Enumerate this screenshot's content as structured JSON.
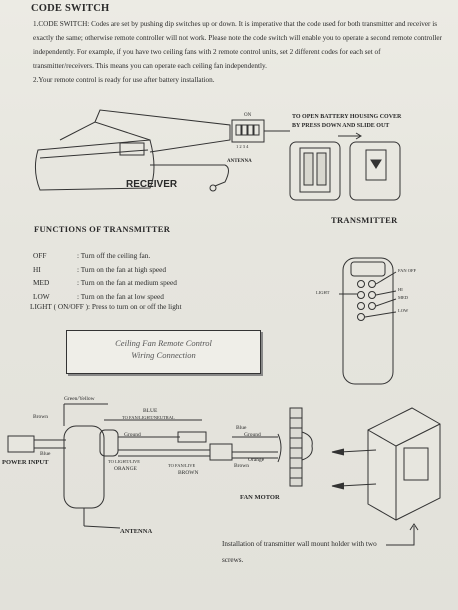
{
  "title": "CODE SWITCH",
  "para1": "1.CODE SWITCH: Codes are set by pushing dip switches up or down. It is imperative that the code used for both transmitter and receiver is exactly the same; otherwise remote controller will not work. Please note the code switch will enable you to operate a second remote controller independently. For example, if you have two ceiling fans with 2 remote control units, set 2 different codes for each set of transmitter/receivers. This means you can operate each ceiling fan independently.",
  "para2": "2.Your remote control is ready for use after battery installation.",
  "receiver_diagram": {
    "on_label": "ON",
    "dip_numbers": "1 2 3 4",
    "antenna_label": "ANTENNA",
    "receiver_label": "RECEIVER",
    "battery_note_1": "TO OPEN BATTERY HOUSING COVER",
    "battery_note_2": "BY PRESS DOWN AND SLIDE OUT"
  },
  "functions": {
    "title": "FUNCTIONS OF TRANSMITTER",
    "items": [
      {
        "key": "OFF",
        "desc": ": Turn off the ceiling fan."
      },
      {
        "key": "HI",
        "desc": ": Turn on the fan at high speed"
      },
      {
        "key": "MED",
        "desc": ": Turn on the fan at medium speed"
      },
      {
        "key": "LOW",
        "desc": ": Turn on the fan at low speed"
      }
    ],
    "light": "LIGHT ( ON/OFF ): Press to turn on or off the light"
  },
  "transmitter": {
    "title": "TRANSMITTER",
    "fan_off": "FAN OFF",
    "light": "LIGHT",
    "hi": "HI",
    "med": "MED",
    "low": "LOW"
  },
  "wiring": {
    "box_line1": "Ceiling Fan Remote Control",
    "box_line2": "Wiring Connection",
    "green_yellow": "Green/Yellow",
    "brown": "Brown",
    "blue_top": "BLUE",
    "to_fan_light_neutral": "TO FAN/LIGHT/NEUTRAL",
    "ground_left": "Ground",
    "blue_left": "Blue",
    "power_input": "POWER INPUT",
    "to_light_live": "TO LIGHT/LIVE",
    "orange_left": "ORANGE",
    "to_fan_live": "TO FAN/LIVE",
    "brown_right": "BROWN",
    "blue_right": "Blue",
    "ground_right": "Ground",
    "orange_right": "Orange",
    "brown_motor": "Brown",
    "fan_motor": "FAN MOTOR",
    "antenna": "ANTENNA"
  },
  "install_note": "Installation of transmitter wall mount holder with two screws."
}
